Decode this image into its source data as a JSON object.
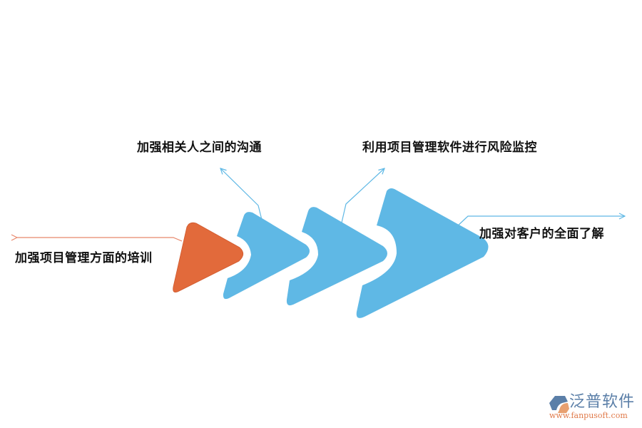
{
  "diagram": {
    "type": "chevron-process-flow",
    "colors": {
      "start_shape": "#e26a3b",
      "step_shapes": "#5fb8e5",
      "start_connector": "#e8866a",
      "step_connector": "#5fb8e5",
      "text": "#111111"
    },
    "items": [
      {
        "label": "加强项目管理方面的培训",
        "shape": "orange-triangle"
      },
      {
        "label": "加强相关人之间的沟通",
        "shape": "blue-chevron-1"
      },
      {
        "label": "利用项目管理软件进行风险监控",
        "shape": "blue-chevron-2"
      },
      {
        "label": "加强对客户的全面了解",
        "shape": "blue-chevron-3"
      }
    ]
  },
  "logo": {
    "name": "泛普软件",
    "url": "www.fanpusoft.com"
  }
}
